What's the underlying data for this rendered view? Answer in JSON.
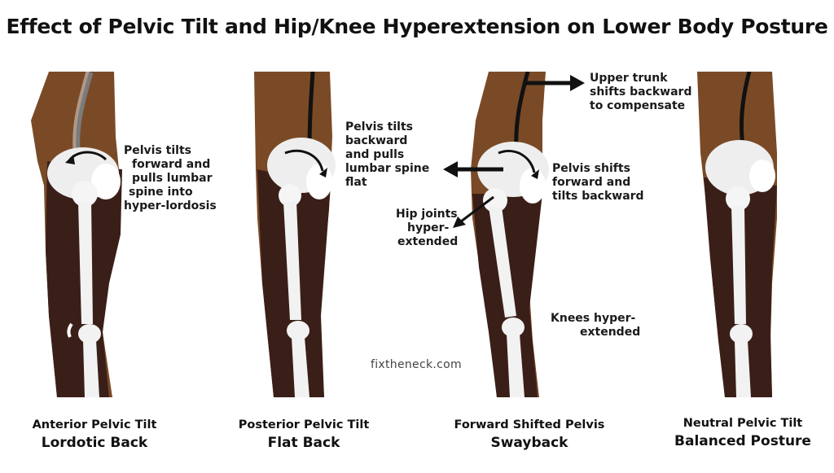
{
  "title": "Effect of Pelvic Tilt and Hip/Knee Hyperextension on Lower Body Posture",
  "watermark": "fixtheneck.com",
  "colors": {
    "skin_dark": "#3a1f18",
    "skin_brown": "#7a4a26",
    "bone": "#f2f2f2",
    "background": "#ffffff"
  },
  "panels": [
    {
      "caption_top": "Anterior Pelvic Tilt",
      "caption_bottom": "Lordotic Back",
      "annotations": [
        "Pelvis tilts",
        "forward and",
        "pulls lumbar",
        "spine into",
        "hyper-lordosis"
      ]
    },
    {
      "caption_top": "Posterior Pelvic Tilt",
      "caption_bottom": "Flat Back",
      "annotations": [
        "Pelvis tilts",
        "backward",
        "and pulls",
        "lumbar spine",
        "flat"
      ]
    },
    {
      "caption_top": "Forward Shifted Pelvis",
      "caption_bottom": "Swayback",
      "annotations_upper": [
        "Upper trunk",
        "shifts backward",
        "to compensate"
      ],
      "annotations_pelvis": [
        "Pelvis shifts",
        "forward and",
        "tilts backward"
      ],
      "annotations_hip": [
        "Hip joints",
        "hyper-",
        "extended"
      ],
      "annotations_knee": [
        "Knees hyper-",
        "extended"
      ]
    },
    {
      "caption_top": "Neutral Pelvic Tilt",
      "caption_bottom": "Balanced Posture"
    }
  ]
}
